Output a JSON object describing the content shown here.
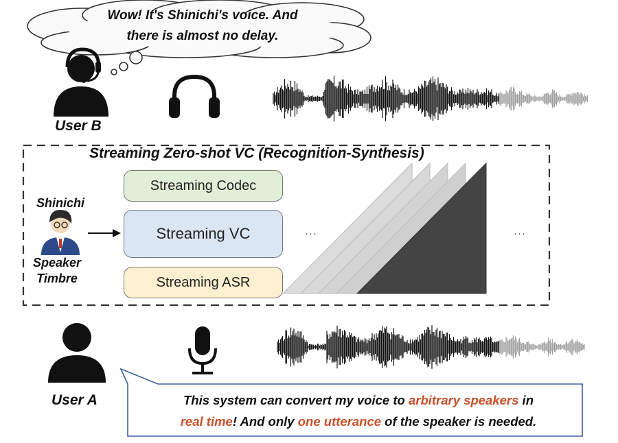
{
  "thought_bubble": {
    "line1": "Wow! It's Shinichi's voice. And",
    "line2": "there is almost no delay."
  },
  "user_b": {
    "label": "User B",
    "device_icon": "headphones-icon"
  },
  "user_a": {
    "label": "User A",
    "device_icon": "microphone-icon"
  },
  "vc_box": {
    "title": "Streaming Zero-shot VC (Recognition-Synthesis)",
    "modules": {
      "codec": "Streaming Codec",
      "vc": "Streaming VC",
      "asr": "Streaming ASR"
    },
    "speaker": {
      "name": "Shinichi",
      "label_line1": "Speaker",
      "label_line2": "Timbre"
    },
    "dots_left": "···",
    "dots_right": "···"
  },
  "speech_bubble": {
    "p1": "This system can convert my voice  to ",
    "h1": "arbitrary speakers",
    "p2": " in",
    "h2": "real time",
    "p3": "! And only ",
    "h3": "one utterance",
    "p4": " of the speaker is needed."
  },
  "colors": {
    "codec_bg": "#e2efd8",
    "vc_bg": "#dbe6f5",
    "asr_bg": "#fdf0d0",
    "highlight": "#c9502a",
    "speech_border": "#3a5fa0",
    "wave_dark": "#111111",
    "wave_light": "#a0a0a0"
  }
}
